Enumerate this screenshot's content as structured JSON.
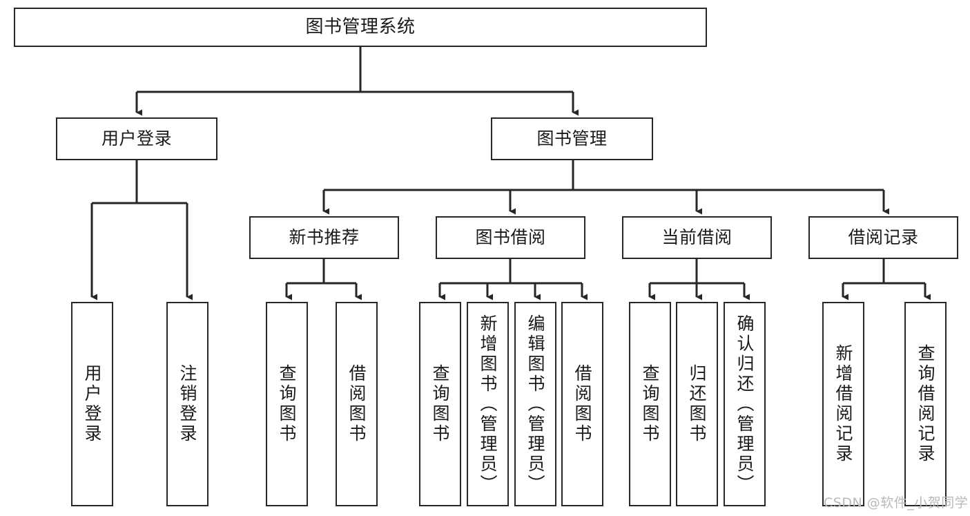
{
  "diagram": {
    "type": "tree-hierarchy",
    "title": "图书管理系统",
    "root": {
      "id": "root",
      "label": "图书管理系统"
    },
    "level2": [
      {
        "id": "user-login",
        "label": "用户登录"
      },
      {
        "id": "book-manage",
        "label": "图书管理"
      }
    ],
    "level3": [
      {
        "id": "new-book-rec",
        "label": "新书推荐",
        "parent": "book-manage"
      },
      {
        "id": "book-borrow",
        "label": "图书借阅",
        "parent": "book-manage"
      },
      {
        "id": "current-borrow",
        "label": "当前借阅",
        "parent": "book-manage"
      },
      {
        "id": "borrow-record",
        "label": "借阅记录",
        "parent": "book-manage"
      }
    ],
    "leaves": {
      "user-login": [
        {
          "id": "leaf-user-login",
          "label": "用户登录"
        },
        {
          "id": "leaf-user-logout",
          "label": "注销登录"
        }
      ],
      "new-book-rec": [
        {
          "id": "leaf-query-book-1",
          "label": "查询图书"
        },
        {
          "id": "leaf-borrow-book-1",
          "label": "借阅图书"
        }
      ],
      "book-borrow": [
        {
          "id": "leaf-query-book-2",
          "label": "查询图书"
        },
        {
          "id": "leaf-add-book",
          "label": "新增图书（管理员）"
        },
        {
          "id": "leaf-edit-book",
          "label": "编辑图书（管理员）"
        },
        {
          "id": "leaf-borrow-book-2",
          "label": "借阅图书"
        }
      ],
      "current-borrow": [
        {
          "id": "leaf-query-book-3",
          "label": "查询图书"
        },
        {
          "id": "leaf-return-book",
          "label": "归还图书"
        },
        {
          "id": "leaf-confirm-return",
          "label": "确认归还（管理员）"
        }
      ],
      "borrow-record": [
        {
          "id": "leaf-add-record",
          "label": "新增借阅记录"
        },
        {
          "id": "leaf-query-record",
          "label": "查询借阅记录"
        }
      ]
    }
  },
  "watermark": {
    "text": "CSDN @软件_小贺同学"
  },
  "colors": {
    "stroke": "#262626",
    "fill": "#ffffff",
    "text": "#1a1a1a",
    "watermark": "#b9b9b9"
  }
}
